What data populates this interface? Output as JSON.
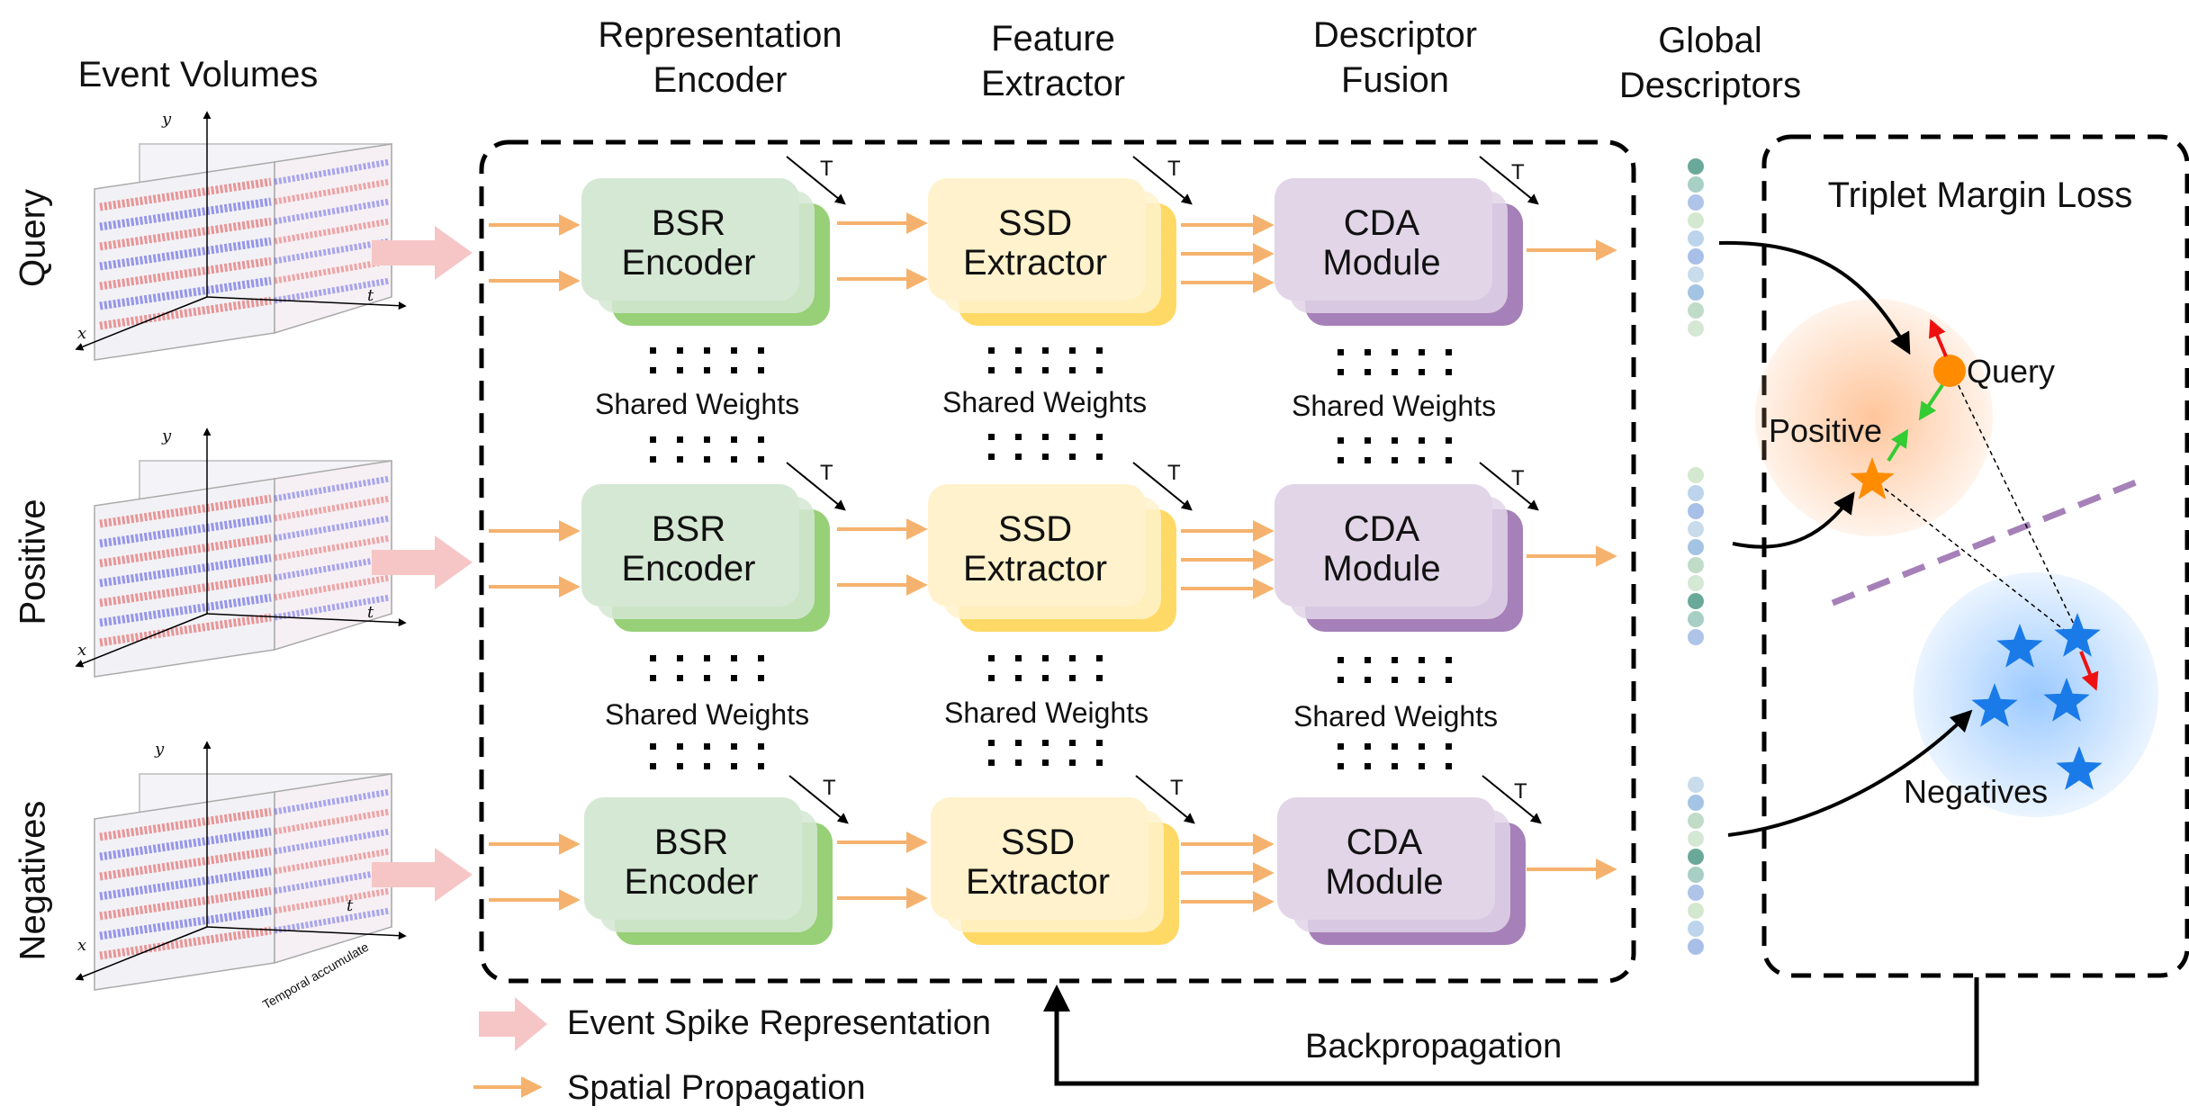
{
  "columns": {
    "event_volumes": "Event Volumes",
    "representation_encoder": "Representation\nEncoder",
    "feature_extractor": "Feature\nExtractor",
    "descriptor_fusion": "Descriptor\nFusion",
    "global_descriptors": "Global\nDescriptors"
  },
  "rows": [
    {
      "label": "Query"
    },
    {
      "label": "Positive"
    },
    {
      "label": "Negatives"
    }
  ],
  "blocks": {
    "encoder": "BSR\nEncoder",
    "extractor": "SSD\nExtractor",
    "fusion": "CDA\nModule",
    "t_label": "T"
  },
  "shared_weights": "Shared Weights",
  "loss": {
    "title": "Triplet Margin Loss",
    "query": "Query",
    "positive": "Positive",
    "negatives": "Negatives"
  },
  "axes": {
    "x": "x",
    "y": "y",
    "t": "t",
    "temporal": "Temporal accumulate"
  },
  "legend": {
    "spike": "Event Spike Representation",
    "spatial": "Spatial Propagation"
  },
  "backprop": "Backpropagation",
  "colors": {
    "encoder_front": "#d5e8d4",
    "encoder_back": "#97d077",
    "extractor_front": "#fff2cc",
    "extractor_back": "#ffd966",
    "fusion_front": "#e1d5e7",
    "fusion_back": "#a680b8",
    "orange_arrow": "#f5b26e",
    "pink_arrow": "#f6c6c6",
    "query_dot": "#ff8c00",
    "negative_star": "#1a7be8",
    "margin_line": "#a680b8"
  },
  "descriptor_dot_colors": [
    "#6aa99a",
    "#a8cfc4",
    "#aec4e8",
    "#d4e8d0",
    "#bcd4ec",
    "#a8c0e8",
    "#c8dcec",
    "#a4c4e4",
    "#c0dcc8",
    "#d4e8d4"
  ]
}
